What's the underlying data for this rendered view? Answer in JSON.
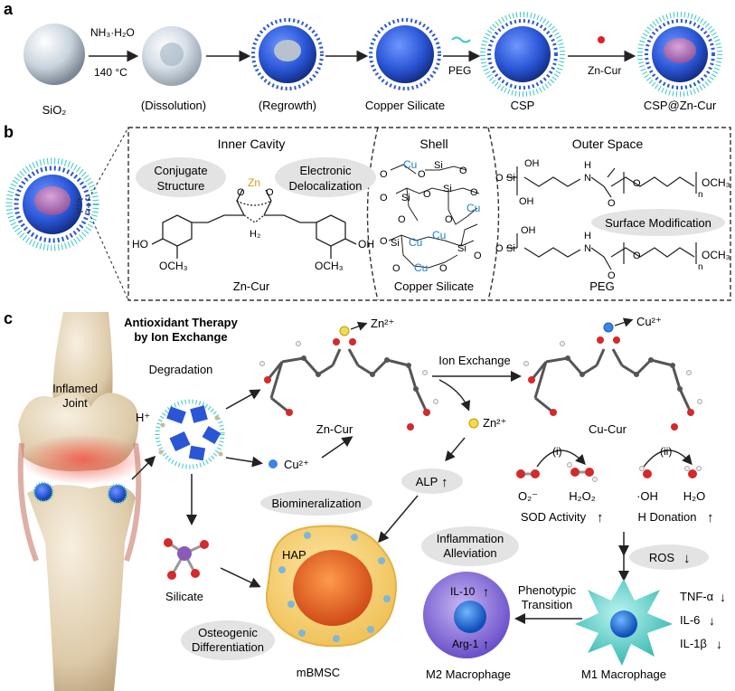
{
  "panel_a": {
    "letter": "a",
    "steps": [
      "SiO₂",
      "(Dissolution)",
      "(Regrowth)",
      "Copper Silicate",
      "CSP",
      "CSP@Zn-Cur"
    ],
    "arrows": {
      "reagent_top": "NH₃·H₂O",
      "reagent_bottom": "140 °C",
      "peg": "PEG",
      "zncur": "Zn-Cur"
    }
  },
  "panel_b": {
    "letter": "b",
    "sections": {
      "inner": "Inner Cavity",
      "shell": "Shell",
      "outer": "Outer Space"
    },
    "tags": {
      "conjugate": [
        "Conjugate",
        "Structure"
      ],
      "electronic": [
        "Electronic",
        "Delocalization"
      ],
      "surface": "Surface Modification"
    },
    "labels": {
      "zncur": "Zn-Cur",
      "copper_silicate": "Copper Silicate",
      "peg": "PEG",
      "zn": "Zn",
      "h2": "H₂",
      "ho": "HO",
      "oh": "OH",
      "och3": "OCH₃",
      "mid_och3": "OCH₃",
      "cu": "Cu",
      "si": "Si",
      "o": "O",
      "n": "N",
      "h": "H",
      "n_sub": "n"
    }
  },
  "panel_c": {
    "letter": "c",
    "title": [
      "Antioxidant Therapy",
      "by Ion Exchange"
    ],
    "joint": [
      "Inflamed",
      "Joint"
    ],
    "degradation": "Degradation",
    "hplus": "H⁺",
    "cu2": "Cu²⁺",
    "zn2_top": "Zn²⁺",
    "zn2_mid": "Zn²⁺",
    "cu2_top": "Cu²⁺",
    "zncur": "Zn-Cur",
    "cucur": "Cu-Cur",
    "ion_exchange": "Ion Exchange",
    "alp": "ALP",
    "biomineralization": "Biomineralization",
    "silicate": "Silicate",
    "hap": "HAP",
    "osteogenic": [
      "Osteogenic",
      "Differentiation"
    ],
    "mbmsc": "mBMSC",
    "inflammation": [
      "Inflammation",
      "Alleviation"
    ],
    "il10": "IL-10",
    "arg1": "Arg-1",
    "m2": "M2 Macrophage",
    "phenotypic": [
      "Phenotypic",
      "Transition"
    ],
    "m1": "M1 Macrophage",
    "ros": "ROS",
    "cytokines": [
      "TNF-α",
      "IL-6",
      "IL-1β"
    ],
    "step_i": "(i)",
    "step_ii": "(ii)",
    "o2": "O₂⁻",
    "h2o2": "H₂O₂",
    "oh_rad": "·OH",
    "h2o": "H₂O",
    "sod": "SOD Activity",
    "hdon": "H Donation"
  },
  "colors": {
    "particle_blue": "#2a56d6",
    "spike_cyan": "#35c9c2",
    "cu_text": "#1e7fd0",
    "zn_text": "#d69a1c",
    "pill_gray": "#e3e3e3",
    "oxygen_red": "#d42a2a"
  }
}
